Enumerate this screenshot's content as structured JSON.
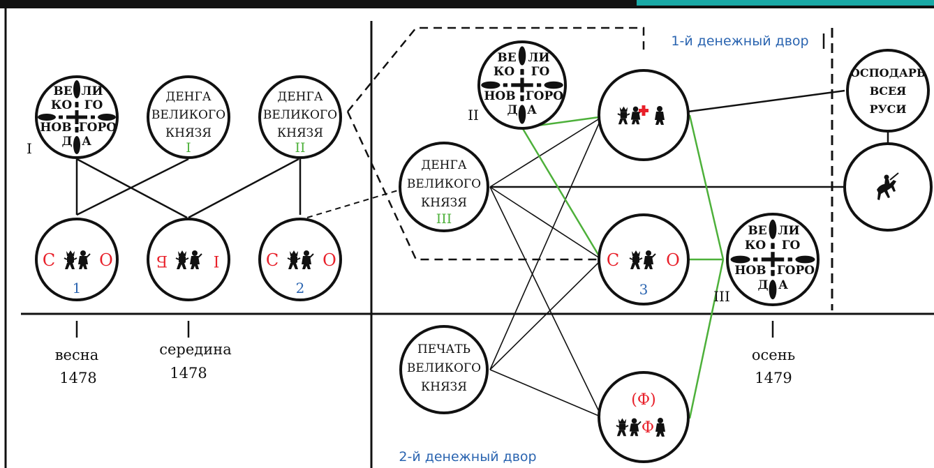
{
  "colors": {
    "accent_bar": "#1aa9a6",
    "red": "#e8202a",
    "green": "#4db03a",
    "blue": "#2a64b0",
    "ink": "#111111"
  },
  "labels": {
    "mint1": "1-й денежный двор",
    "mint2": "2-й денежный двор"
  },
  "coins": {
    "novgorod": {
      "lines": [
        "ВЕ",
        "ЛИ",
        "КО",
        "ГО",
        "НОВ",
        "ГОРО",
        "Д",
        "А"
      ]
    },
    "denga": {
      "lines": [
        "ДЕНГА",
        "ВЕЛИКОГО",
        "КНЯЗЯ"
      ]
    },
    "pechat": {
      "lines": [
        "ПЕЧАТЬ",
        "ВЕЛИКОГО",
        "КНЯЗЯ"
      ]
    },
    "ospodar": {
      "lines": [
        "ОСПОДАРЬ",
        "ВСЕЯ",
        "РУСИ"
      ]
    },
    "roman": {
      "I": "I",
      "II": "II",
      "III": "III"
    },
    "arabic": {
      "one": "1",
      "two": "2",
      "three": "3"
    },
    "letters": {
      "S": "С",
      "O": "О",
      "F": "Ф",
      "F_paren": "(Ф)",
      "I": "I",
      "B": "Б"
    }
  },
  "timeline": {
    "spring_label": "весна",
    "spring_year": "1478",
    "mid_label": "середина",
    "mid_year": "1478",
    "autumn_label": "осень",
    "autumn_year": "1479"
  },
  "icons": {
    "figures": "two-figures-icon",
    "rider": "horseman-icon",
    "cross": "cross-icon"
  }
}
